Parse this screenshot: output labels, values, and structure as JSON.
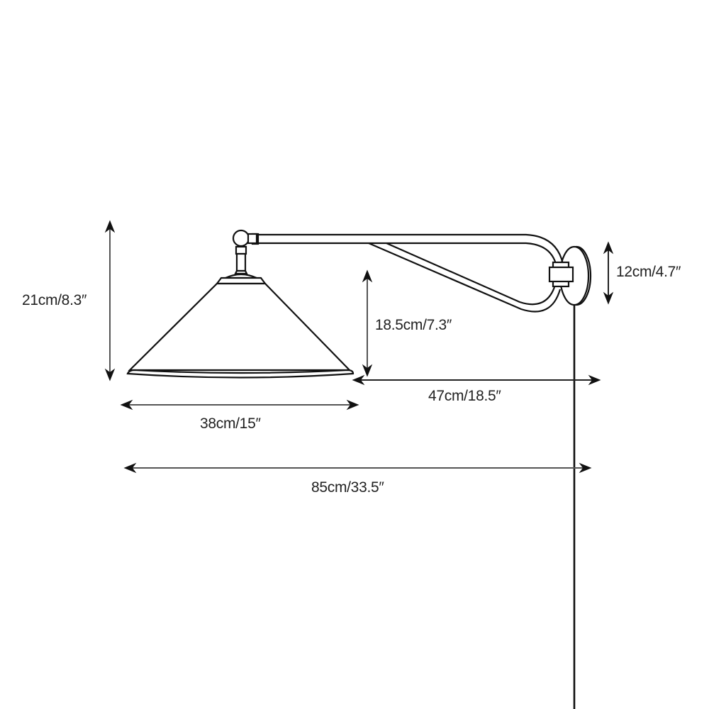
{
  "diagram": {
    "subject": "swing-arm wall lamp dimension drawing",
    "colors": {
      "line": "#111111",
      "dimension": "#555555",
      "background": "#ffffff"
    },
    "dimensions": {
      "total_height": "21cm/8.3″",
      "shade_height": "18.5cm/7.3″",
      "backplate_height": "12cm/4.7″",
      "shade_width": "38cm/15″",
      "arm_extension": "47cm/18.5″",
      "total_length": "85cm/33.5″"
    }
  }
}
